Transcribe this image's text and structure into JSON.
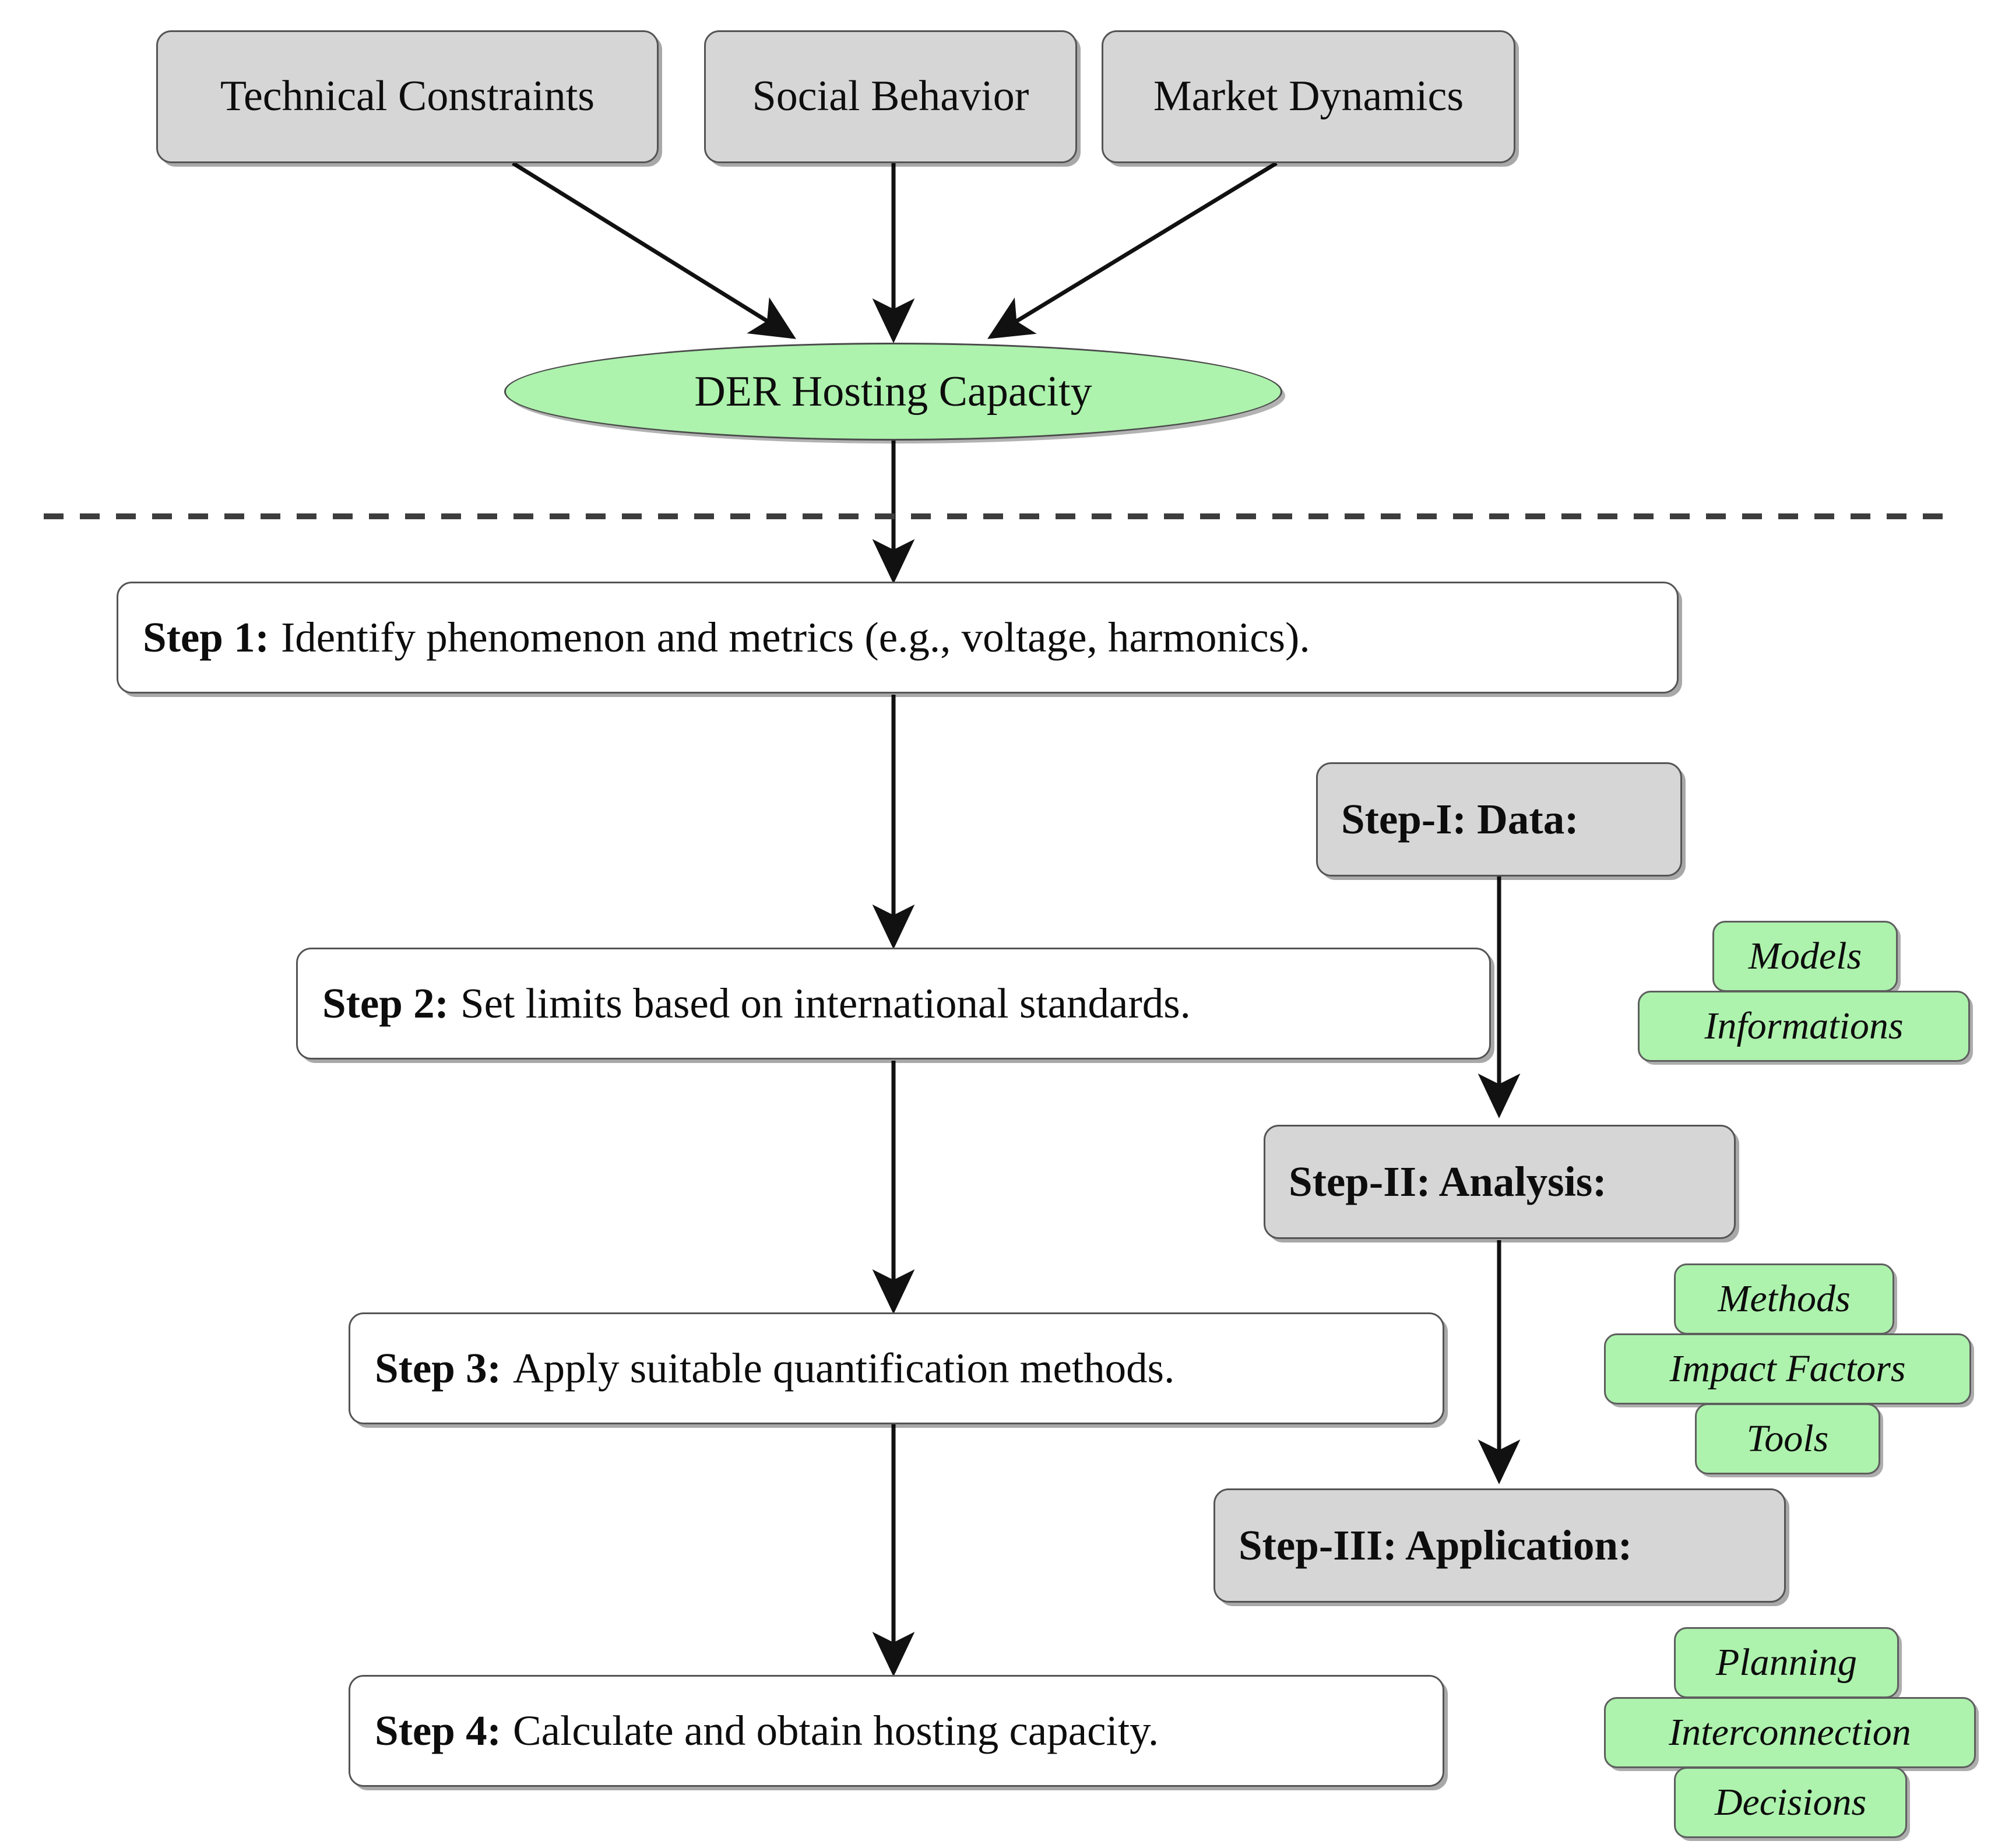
{
  "diagram": {
    "title": "DER Hosting Capacity assessment framework",
    "colors": {
      "gray_fill": "#d6d6d6",
      "green_fill": "#adf2ad",
      "white_fill": "#ffffff",
      "stroke": "#545454",
      "text": "#0d0d0d"
    },
    "sources": [
      {
        "label": "Technical Constraints"
      },
      {
        "label": "Social Behavior"
      },
      {
        "label": "Market Dynamics"
      }
    ],
    "central": {
      "label": "DER Hosting Capacity"
    },
    "divider": {
      "style": "dashed"
    },
    "steps": [
      {
        "prefix": "Step 1:",
        "text": "Identify phenomenon and metrics (e.g., voltage, harmonics)."
      },
      {
        "prefix": "Step 2:",
        "text": "Set limits based on international standards."
      },
      {
        "prefix": "Step 3:",
        "text": "Apply suitable quantification methods."
      },
      {
        "prefix": "Step 4:",
        "text": "Calculate and obtain hosting capacity."
      }
    ],
    "stages": [
      {
        "label": "Step-I: Data:"
      },
      {
        "label": "Step-II: Analysis:"
      },
      {
        "label": "Step-III: Application:"
      }
    ],
    "tag_groups": [
      {
        "stage": "Step-I: Data:",
        "tags": [
          "Models",
          "Informations"
        ]
      },
      {
        "stage": "Step-II: Analysis:",
        "tags": [
          "Methods",
          "Impact Factors",
          "Tools"
        ]
      },
      {
        "stage": "Step-III: Application:",
        "tags": [
          "Planning",
          "Interconnection",
          "Decisions"
        ]
      }
    ]
  }
}
